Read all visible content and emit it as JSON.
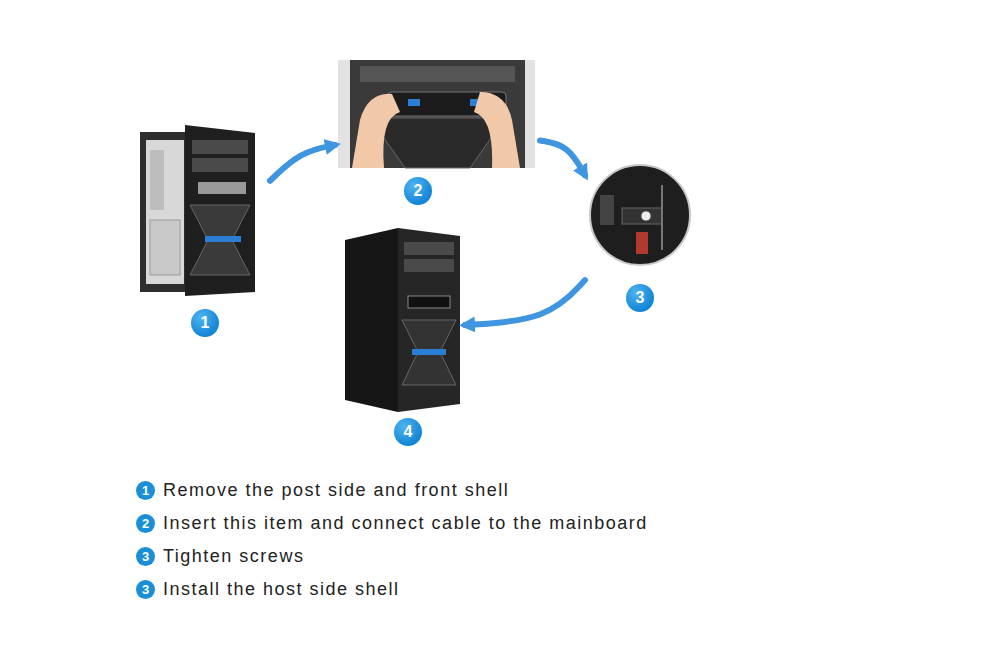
{
  "diagram": {
    "nodes": [
      {
        "text": [
          "1"
        ]
      },
      {
        "text": [
          "2"
        ]
      },
      {
        "text": [
          "3"
        ]
      },
      {
        "text": [
          "4"
        ]
      }
    ],
    "edges": [
      {
        "from": 0,
        "to": 1,
        "arrow": "to"
      },
      {
        "from": 1,
        "to": 2,
        "arrow": "to"
      },
      {
        "from": 2,
        "to": 3,
        "arrow": "to"
      }
    ],
    "labels": [
      "1",
      "Remove the post side and front shell",
      "2",
      "Insert this item and connect cable to the mainboard",
      "3",
      "Tighten screws",
      "3",
      "Install the host side shell"
    ]
  }
}
